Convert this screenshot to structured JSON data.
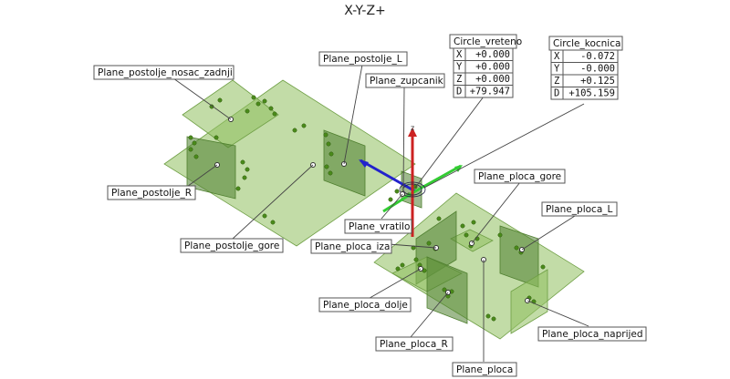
{
  "view_title": "X-Y-Z+",
  "axis_label_z": "z",
  "colors": {
    "plane_fill": "#8fbf5f",
    "point": "#4a8a1a",
    "axis_x": "#2222cc",
    "axis_y": "#33cc33",
    "axis_z": "#cc2222"
  },
  "labels": [
    {
      "id": "postolje_nosac_zadnji",
      "text": "Plane_postolje_nosac_zadnji"
    },
    {
      "id": "postolje_L",
      "text": "Plane_postolje_L"
    },
    {
      "id": "zupcanik",
      "text": "Plane_zupcanik"
    },
    {
      "id": "postolje_R",
      "text": "Plane_postolje_R"
    },
    {
      "id": "postolje_gore",
      "text": "Plane_postolje_gore"
    },
    {
      "id": "vratilo",
      "text": "Plane_vratilo"
    },
    {
      "id": "ploca_iza",
      "text": "Plane_ploca_iza"
    },
    {
      "id": "ploca_gore",
      "text": "Plane_ploca_gore"
    },
    {
      "id": "ploca_L",
      "text": "Plane_ploca_L"
    },
    {
      "id": "ploca_dolje",
      "text": "Plane_ploca_dolje"
    },
    {
      "id": "ploca_R",
      "text": "Plane_ploca_R"
    },
    {
      "id": "ploca_naprijed",
      "text": "Plane_ploca_naprijed"
    },
    {
      "id": "ploca",
      "text": "Plane_ploca"
    }
  ],
  "circle_tables": [
    {
      "id": "vreteno",
      "title": "Circle_vreteno",
      "rows": [
        {
          "key": "X",
          "value": "+0.000"
        },
        {
          "key": "Y",
          "value": "+0.000"
        },
        {
          "key": "Z",
          "value": "+0.000"
        },
        {
          "key": "D",
          "value": "+79.947"
        }
      ]
    },
    {
      "id": "kocnica",
      "title": "Circle_kocnica",
      "rows": [
        {
          "key": "X",
          "value": "-0.072"
        },
        {
          "key": "Y",
          "value": "-0.000"
        },
        {
          "key": "Z",
          "value": "+0.125"
        },
        {
          "key": "D",
          "value": "+105.159"
        }
      ]
    }
  ]
}
